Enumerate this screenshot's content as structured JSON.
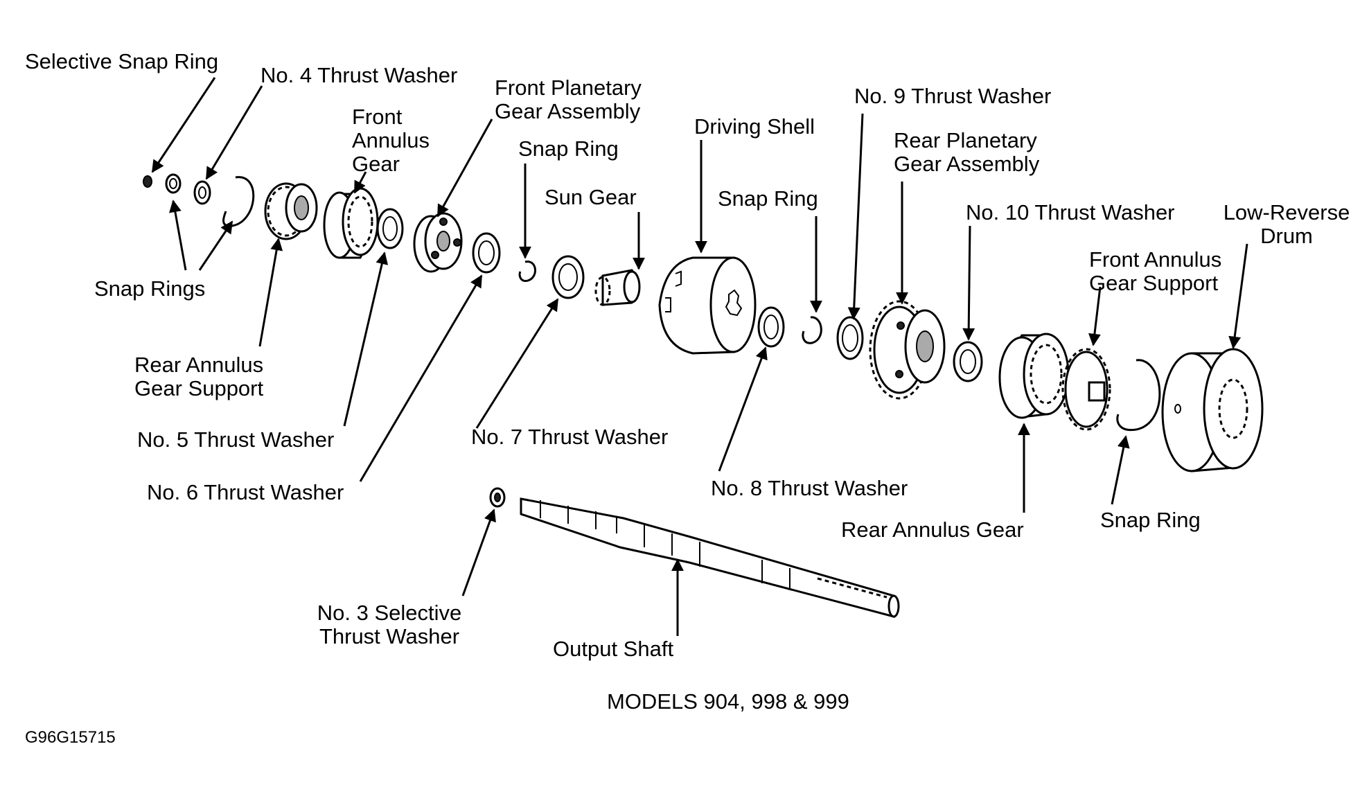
{
  "labels": {
    "selective_snap_ring": "Selective Snap Ring",
    "no4_thrust_washer": "No. 4 Thrust Washer",
    "front_annulus_gear": "Front\nAnnulus\nGear",
    "front_planetary_gear_assembly": "Front Planetary\nGear Assembly",
    "snap_ring_upper": "Snap Ring",
    "driving_shell": "Driving Shell",
    "no9_thrust_washer": "No. 9 Thrust Washer",
    "rear_planetary_gear_assembly": "Rear Planetary\nGear Assembly",
    "sun_gear": "Sun Gear",
    "snap_ring_middle": "Snap Ring",
    "no10_thrust_washer": "No. 10 Thrust Washer",
    "low_reverse_drum": "Low-Reverse\nDrum",
    "front_annulus_gear_support": "Front Annulus\nGear Support",
    "snap_rings": "Snap Rings",
    "rear_annulus_gear_support": "Rear Annulus\nGear Support",
    "no5_thrust_washer": "No. 5 Thrust Washer",
    "no7_thrust_washer": "No. 7 Thrust Washer",
    "no6_thrust_washer": "No. 6 Thrust Washer",
    "no8_thrust_washer": "No. 8 Thrust Washer",
    "rear_annulus_gear": "Rear Annulus Gear",
    "snap_ring_lower": "Snap Ring",
    "no3_selective_thrust_washer": "No. 3 Selective\nThrust Washer",
    "output_shaft": "Output Shaft"
  },
  "caption": "MODELS 904, 998 & 999",
  "figure_code": "G96G15715"
}
